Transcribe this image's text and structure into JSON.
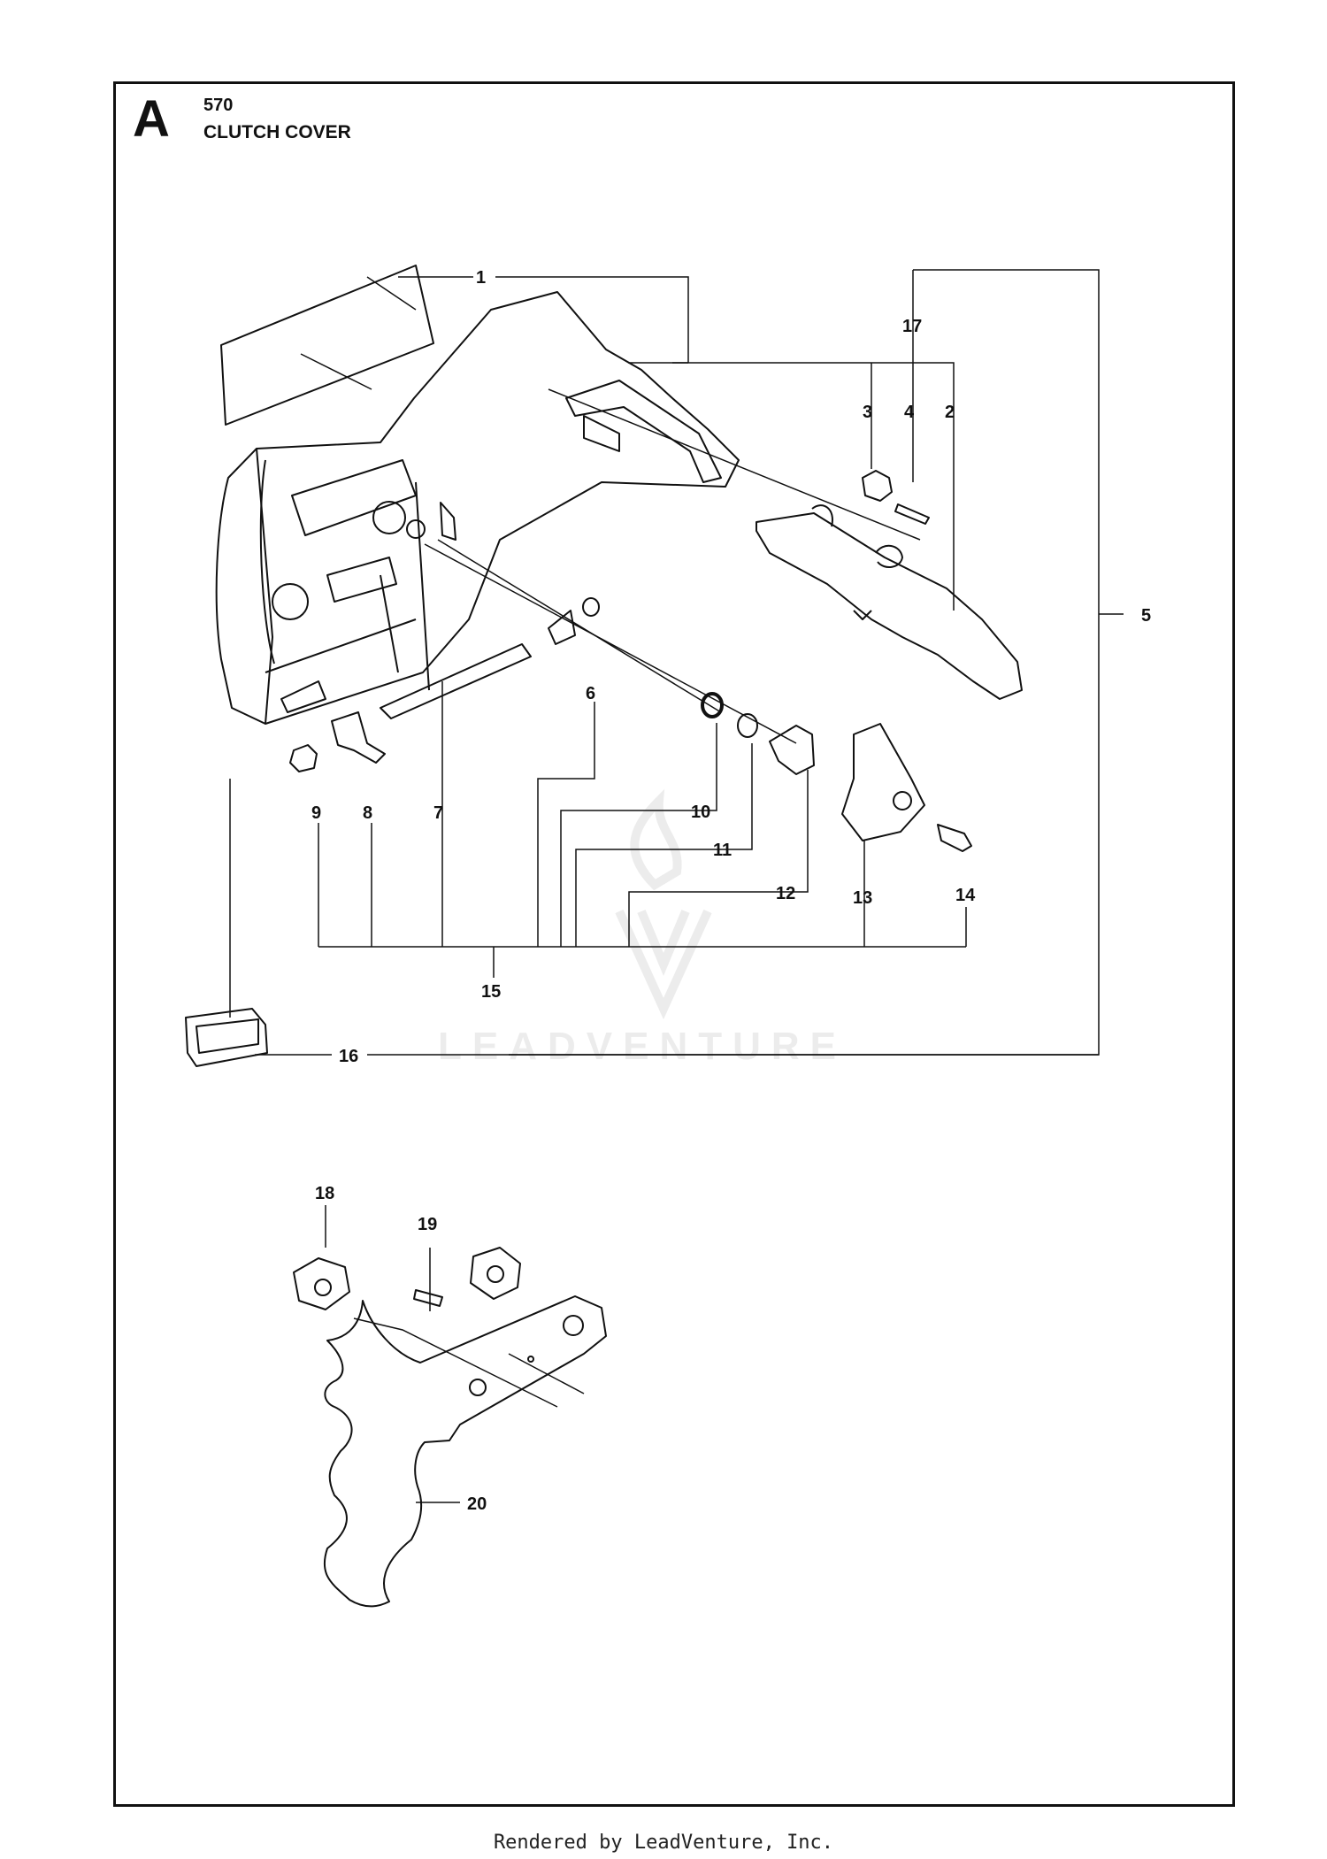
{
  "header": {
    "section_letter": "A",
    "model_number": "570",
    "title": "CLUTCH COVER"
  },
  "callouts": [
    "1",
    "2",
    "3",
    "4",
    "5",
    "6",
    "7",
    "8",
    "9",
    "10",
    "11",
    "12",
    "13",
    "14",
    "15",
    "16",
    "17",
    "18",
    "19",
    "20"
  ],
  "watermark": "LEADVENTURE",
  "footer": "Rendered by LeadVenture, Inc."
}
